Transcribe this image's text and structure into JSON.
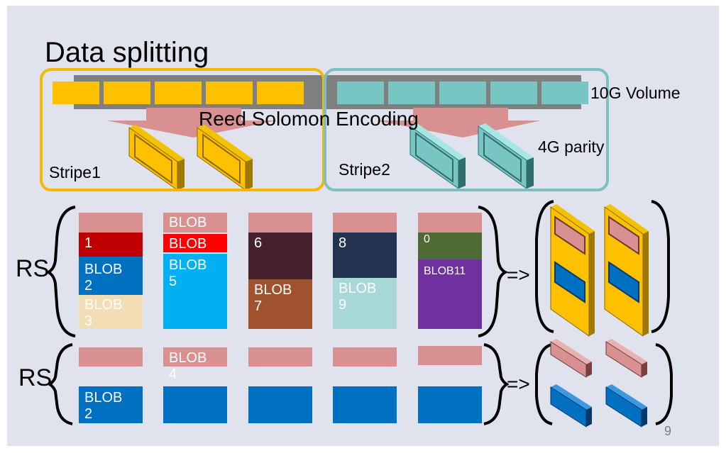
{
  "title": "Data splitting",
  "volume_label": "10G Volume",
  "encoding_label": "Reed Solomon Encoding",
  "parity_label": "4G parity",
  "stripe1_label": "Stripe1",
  "stripe2_label": "Stripe2",
  "rs_label_top": "RS",
  "rs_label_bottom": "RS",
  "arrow_top": "=>",
  "arrow_bottom": "=>",
  "page_number": "9",
  "blocks_top": [
    {
      "lines": [
        "1",
        "BLOB\n2",
        "BLOB\n3"
      ]
    },
    {
      "lines": [
        "BLOB\n4",
        "BLOB",
        "BLOB\n5"
      ]
    },
    {
      "lines": [
        "6",
        "BLOB\n7"
      ]
    },
    {
      "lines": [
        "8",
        "BLOB\n9"
      ]
    },
    {
      "lines": [
        "0",
        "BLOB11"
      ]
    }
  ],
  "blocks_bottom": [
    {
      "top": "",
      "bottom": "BLOB\n2"
    },
    {
      "top": "BLOB\n4",
      "bottom": ""
    },
    {
      "top": "",
      "bottom": ""
    },
    {
      "top": "",
      "bottom": ""
    },
    {
      "top": "",
      "bottom": ""
    }
  ],
  "colors": {
    "background": "#e0e3ee",
    "stripe1_orange": "#ffc000",
    "stripe2_teal": "#78c6c4",
    "stripe1_border": "#f5b800",
    "stripe2_border": "#7fbfbf",
    "pink": "#d89090",
    "blue": "#0070c0",
    "dark_red": "#c00000",
    "maroon": "#46202e",
    "navy": "#23324e",
    "olive": "#4f6a34",
    "purple": "#7030a0",
    "brown": "#a0522d",
    "light_blue": "#00b0f0",
    "light_teal": "#a8d8d8",
    "wheat": "#f2ddb4",
    "red": "#ff0000"
  }
}
